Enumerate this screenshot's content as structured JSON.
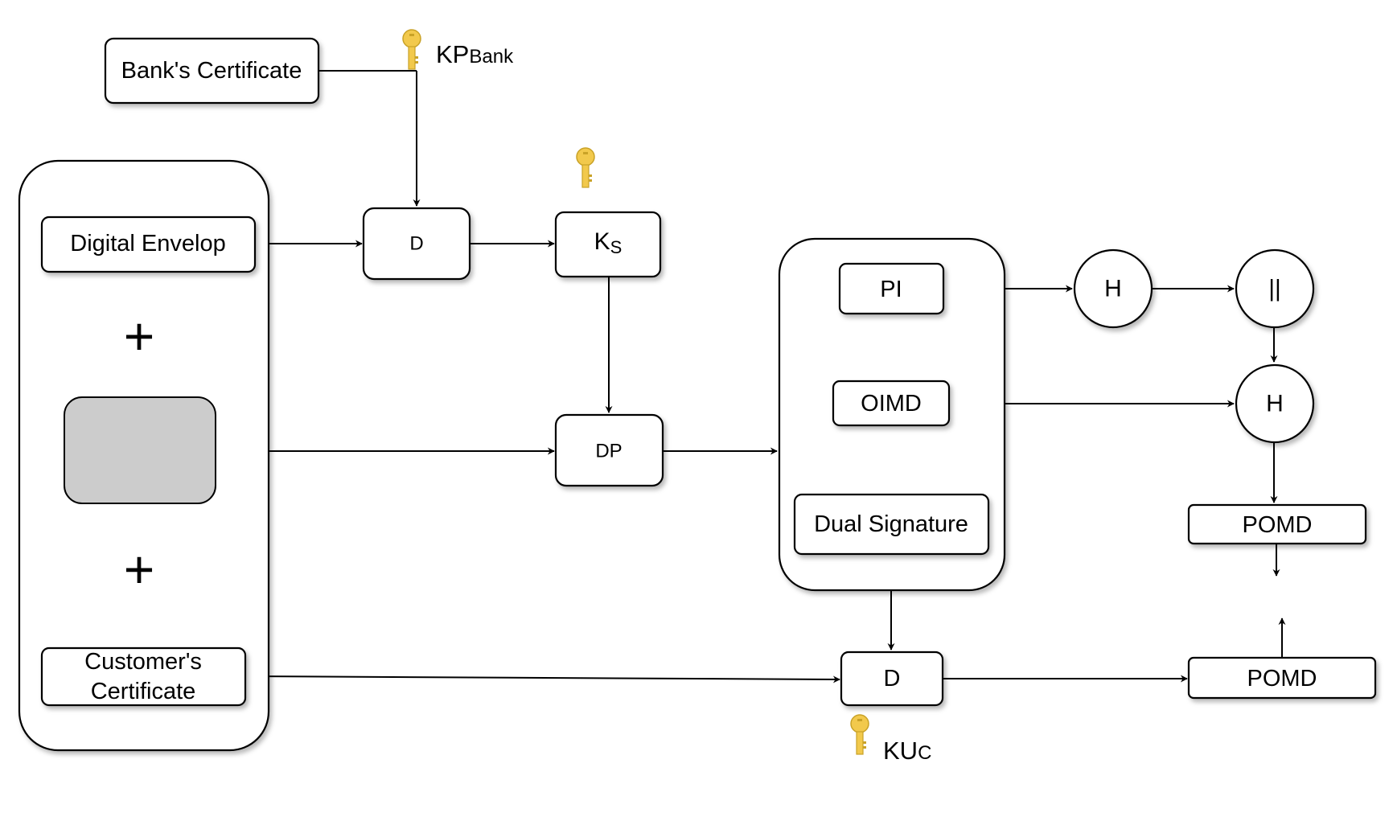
{
  "diagram": {
    "nodes": {
      "bank_certificate": "Bank's Certificate",
      "kp_bank_main": "KP",
      "kp_bank_sub": "Bank",
      "digital_envelop": "Digital Envelop",
      "decrypt_top": "D",
      "ks_main": "K",
      "ks_sub": "S",
      "dp": "DP",
      "pi": "PI",
      "oimd": "OIMD",
      "dual_signature": "Dual Signature",
      "hash_top": "H",
      "concat": "||",
      "hash_mid": "H",
      "pomd_top": "POMD",
      "customer_certificate_line1": "Customer's",
      "customer_certificate_line2": "Certificate",
      "decrypt_bottom": "D",
      "kuc_main": "KU",
      "kuc_sub": "C",
      "pomd_bottom": "POMD",
      "plus_1": "+",
      "plus_2": "+"
    },
    "colors": {
      "stroke": "#000000",
      "fill": "#ffffff",
      "placeholder_fill": "#cccccc",
      "key_icon": "#f2c94c"
    }
  }
}
